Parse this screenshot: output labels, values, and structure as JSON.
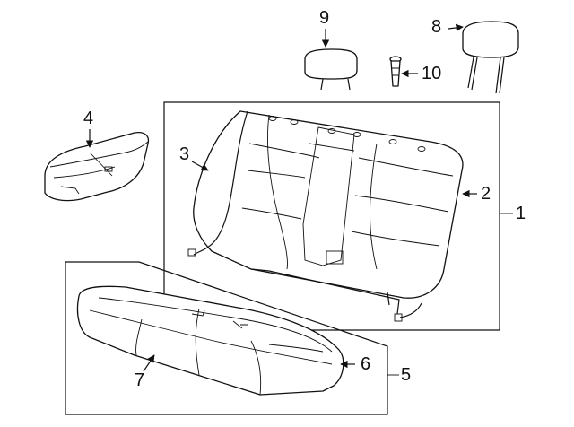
{
  "callouts": {
    "c1": "1",
    "c2": "2",
    "c3": "3",
    "c4": "4",
    "c5": "5",
    "c6": "6",
    "c7": "7",
    "c8": "8",
    "c9": "9",
    "c10": "10"
  },
  "colors": {
    "ink": "#111111",
    "background": "#ffffff"
  }
}
